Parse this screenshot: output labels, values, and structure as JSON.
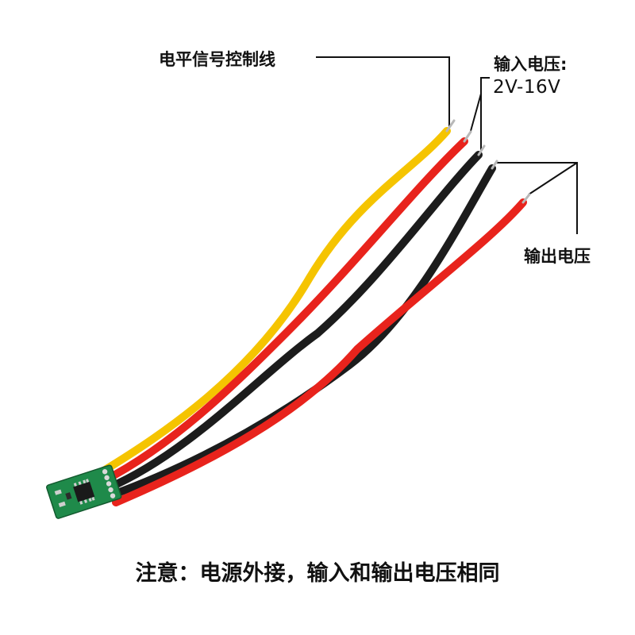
{
  "labels": {
    "signal_line": "电平信号控制线",
    "input_voltage": "输入电压:",
    "input_range": "2V-16V",
    "output_voltage": "输出电压"
  },
  "note": "注意：电源外接，输入和输出电压相同",
  "wire_colors": {
    "yellow": "#f5c400",
    "red": "#e8231c",
    "black": "#1c1c1c",
    "pcb_green": "#1f8a4a"
  }
}
